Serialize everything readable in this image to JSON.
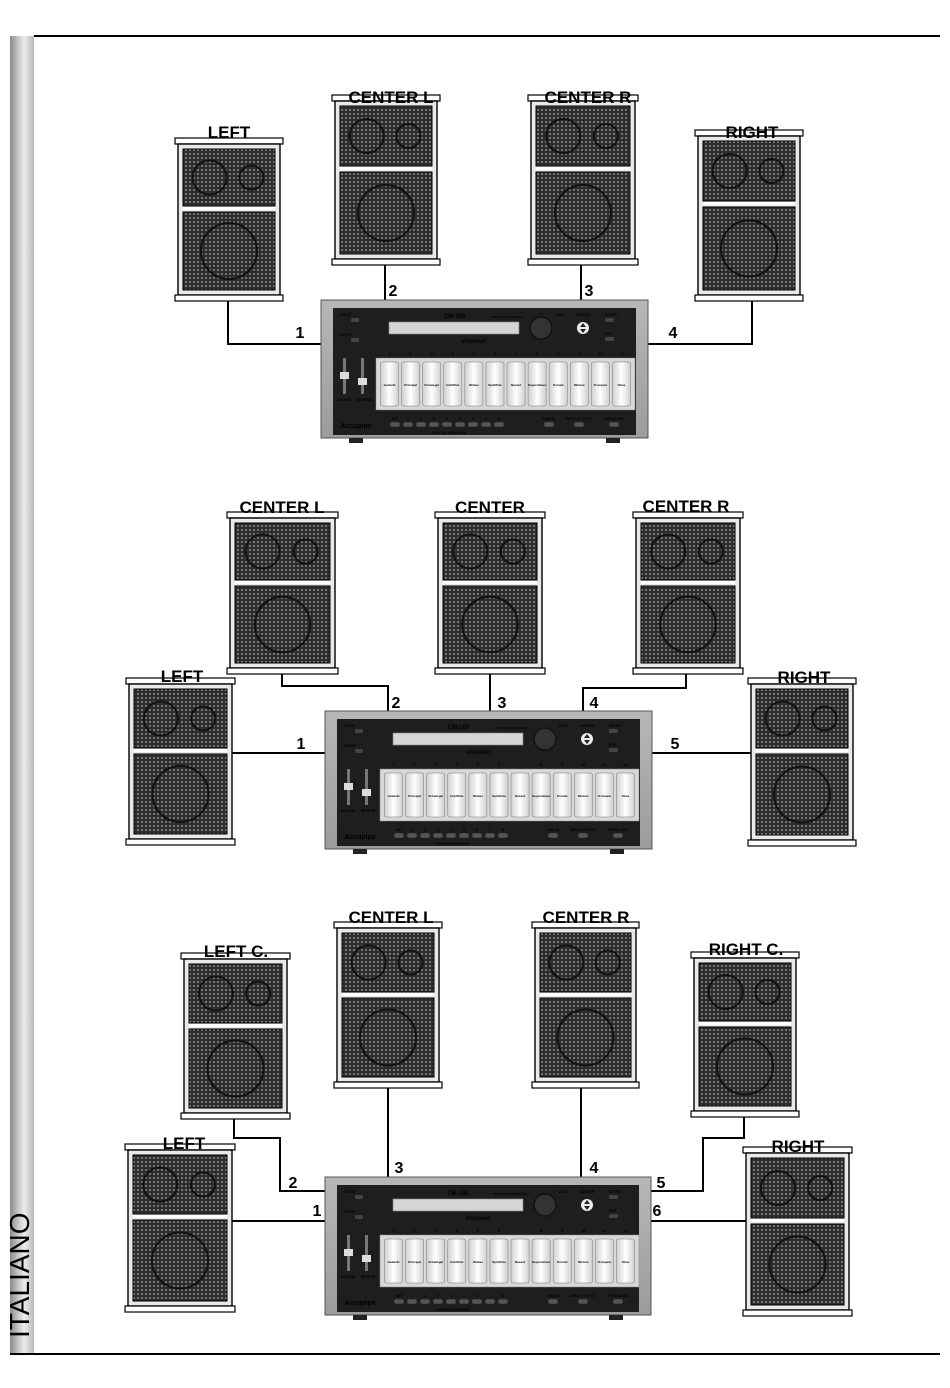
{
  "sidebar": {
    "language": "ITALIANO"
  },
  "module": {
    "model": "CM-100",
    "subtitle": "PIPE ORGAN MODULE",
    "brand": "viscount",
    "logo": "Accupipe",
    "buttons": [
      "VOICE",
      "SETUP",
      "DATA",
      "CURSOR",
      "ENTER",
      "EXIT"
    ],
    "bottom_buttons": [
      "SET",
      "1",
      "2",
      "3",
      "4",
      "5",
      "6",
      "7",
      "8",
      "CANCEL",
      "WHOLE / SPLIT",
      "TREMULANT"
    ],
    "memory_label": "VOICES MEMORY",
    "slider_labels": [
      "VOLUME",
      "REVERB"
    ],
    "tab_numbers": [
      "1",
      "2",
      "3",
      "4",
      "5",
      "6",
      "7",
      "8",
      "9",
      "10",
      "11",
      "12"
    ],
    "tabs": [
      "Gedeckt",
      "Principal",
      "Schwiegel",
      "Hohlflöte",
      "Oktave",
      "Spitzflöte",
      "Nasard",
      "Superoktave",
      "Kornett",
      "Mixture",
      "Trompete",
      "Oboe"
    ]
  },
  "configs": [
    {
      "speakers": [
        {
          "id": "left",
          "label": "LEFT"
        },
        {
          "id": "center-l",
          "label": "CENTER L"
        },
        {
          "id": "center-r",
          "label": "CENTER R"
        },
        {
          "id": "right",
          "label": "RIGHT"
        }
      ],
      "connections": [
        "1",
        "2",
        "3",
        "4"
      ]
    },
    {
      "speakers": [
        {
          "id": "left",
          "label": "LEFT"
        },
        {
          "id": "center-l",
          "label": "CENTER L"
        },
        {
          "id": "center",
          "label": "CENTER"
        },
        {
          "id": "center-r",
          "label": "CENTER R"
        },
        {
          "id": "right",
          "label": "RIGHT"
        }
      ],
      "connections": [
        "1",
        "2",
        "3",
        "4",
        "5"
      ]
    },
    {
      "speakers": [
        {
          "id": "left",
          "label": "LEFT"
        },
        {
          "id": "left-c",
          "label": "LEFT C."
        },
        {
          "id": "center-l",
          "label": "CENTER L"
        },
        {
          "id": "center-r",
          "label": "CENTER R"
        },
        {
          "id": "right-c",
          "label": "RIGHT C."
        },
        {
          "id": "right",
          "label": "RIGHT"
        }
      ],
      "connections": [
        "1",
        "2",
        "3",
        "4",
        "5",
        "6"
      ]
    }
  ],
  "colors": {
    "grille": "#3c3c3c",
    "cabinet": "#eeeeee",
    "module_body": "#a8a8a8",
    "line": "#000000"
  }
}
